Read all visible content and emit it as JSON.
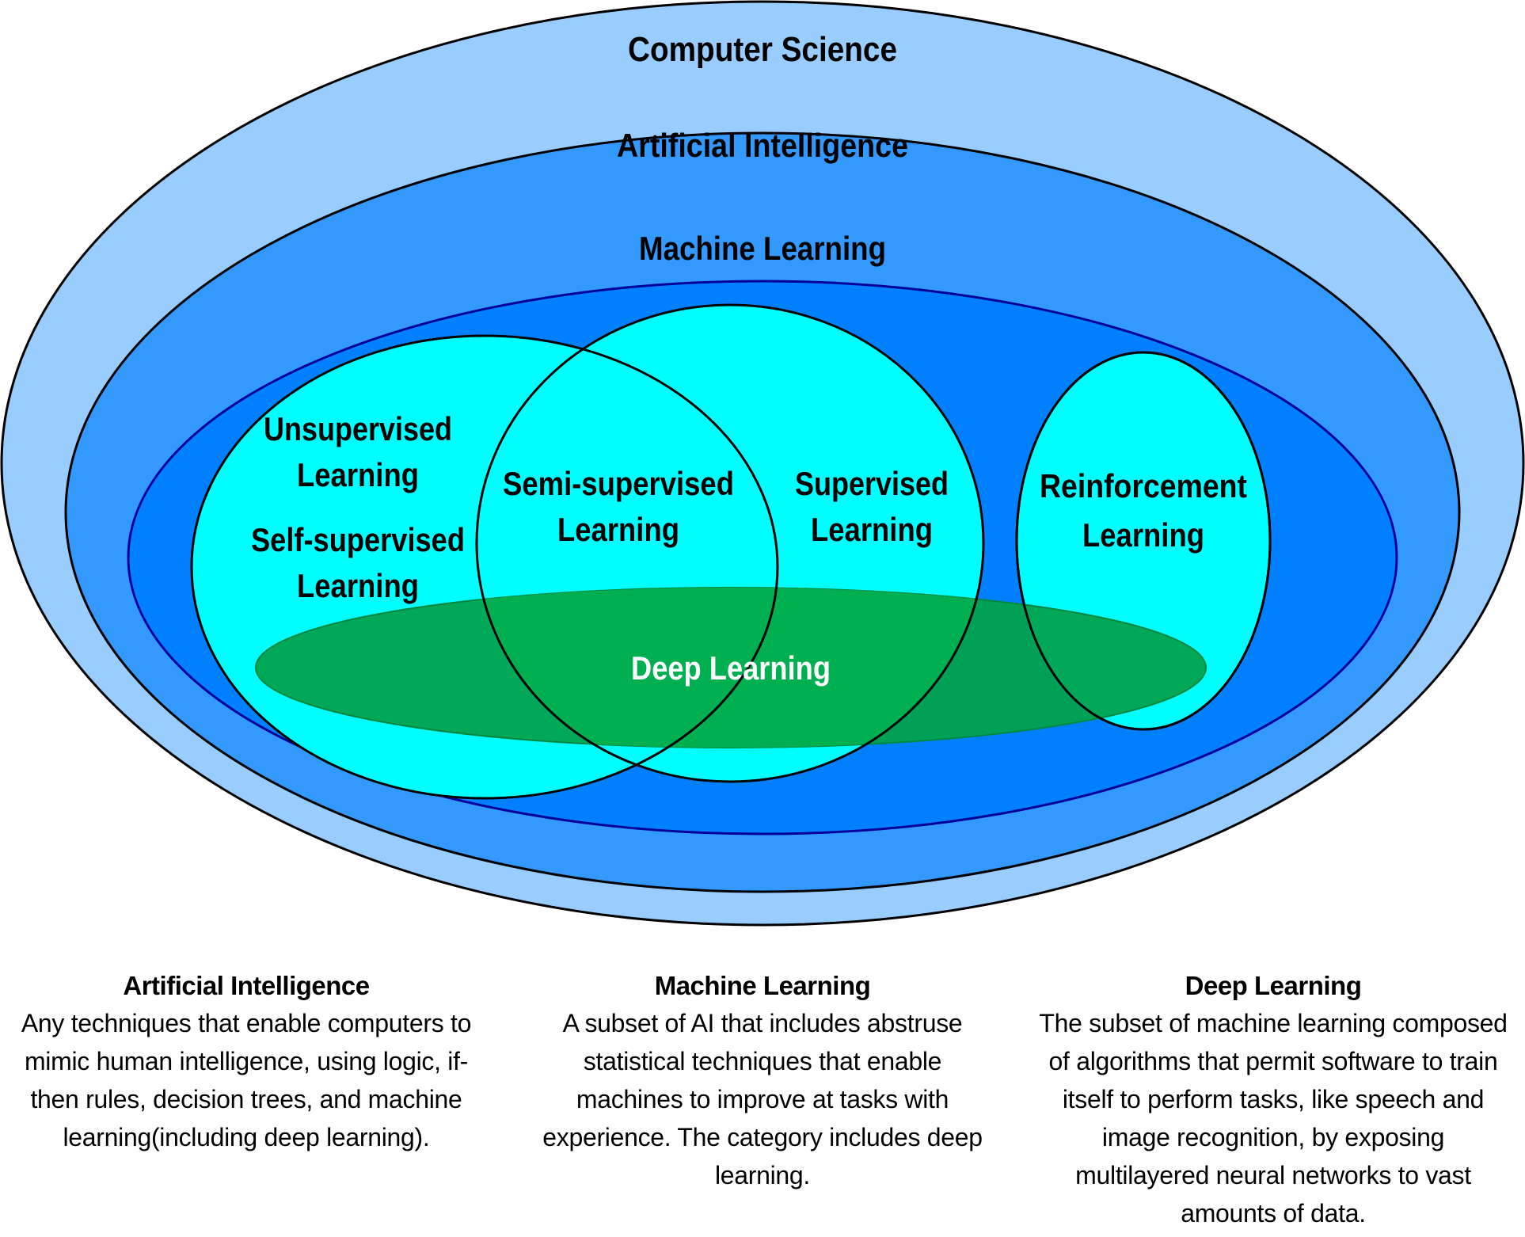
{
  "colors": {
    "computer_science": "#99ccff",
    "artificial_intelligence": "#3399ff",
    "machine_learning": "#0080ff",
    "ml_subfields": "#00ffff",
    "deep_learning": "#00b050",
    "deep_learning_label": "#ffffff",
    "ml_border": "#000099"
  },
  "diagram": {
    "computer_science": "Computer Science",
    "artificial_intelligence": "Artificial Intelligence",
    "machine_learning": "Machine Learning",
    "unsupervised_1": "Unsupervised",
    "unsupervised_2": "Learning",
    "self_supervised_1": "Self-supervised",
    "self_supervised_2": "Learning",
    "semi_supervised_1": "Semi-supervised",
    "semi_supervised_2": "Learning",
    "supervised_1": "Supervised",
    "supervised_2": "Learning",
    "reinforcement_1": "Reinforcement",
    "reinforcement_2": "Learning",
    "deep_learning": "Deep Learning"
  },
  "descriptions": [
    {
      "title": "Artificial Intelligence",
      "lines": [
        "Any techniques that enable computers to",
        "mimic human intelligence, using logic, if-",
        "then rules, decision trees, and machine",
        "learning(including deep learning)."
      ]
    },
    {
      "title": "Machine Learning",
      "lines": [
        "A subset of AI that includes abstruse",
        "statistical techniques that enable",
        "machines to improve at tasks with",
        "experience. The category includes deep",
        "learning."
      ]
    },
    {
      "title": "Deep Learning",
      "lines": [
        "The subset of machine learning composed",
        "of algorithms that permit software to train",
        "itself to perform tasks, like speech and",
        "image recognition, by exposing",
        "multilayered neural networks to vast",
        "amounts of data."
      ]
    }
  ]
}
